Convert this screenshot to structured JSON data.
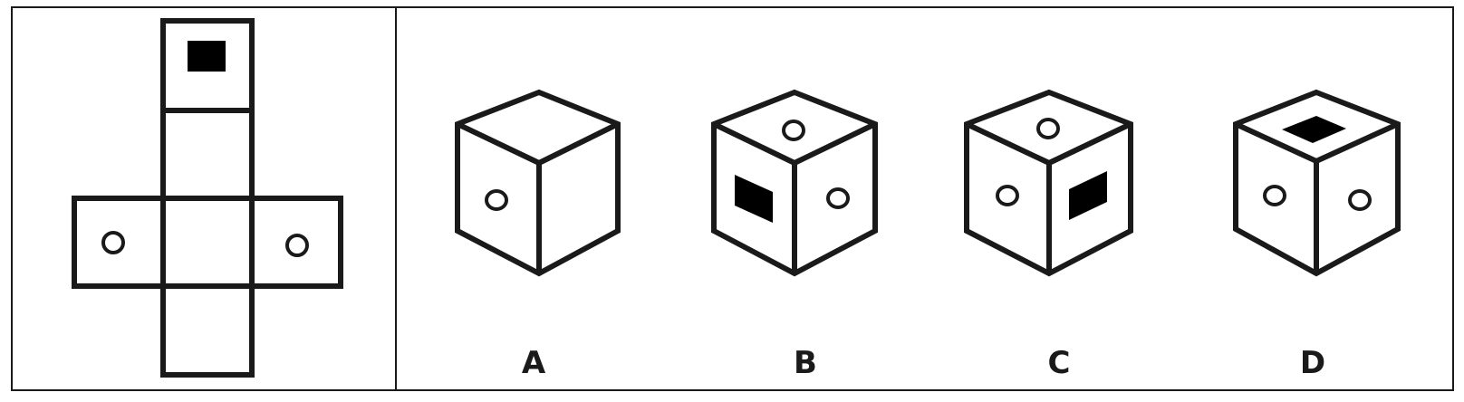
{
  "colors": {
    "stroke": "#1a1a1a",
    "background": "#ffffff"
  },
  "net": {
    "faces": {
      "top": "filled-square",
      "upper_middle": "blank",
      "left": "circle",
      "center": "blank",
      "right": "circle",
      "bottom": "blank"
    }
  },
  "options": [
    {
      "label": "A",
      "faces": {
        "top": "blank",
        "left": "circle",
        "right": "blank"
      }
    },
    {
      "label": "B",
      "faces": {
        "top": "circle",
        "left": "filled-square",
        "right": "circle"
      }
    },
    {
      "label": "C",
      "faces": {
        "top": "circle",
        "left": "circle",
        "right": "filled-square"
      }
    },
    {
      "label": "D",
      "faces": {
        "top": "filled-square",
        "left": "circle",
        "right": "circle"
      }
    }
  ]
}
